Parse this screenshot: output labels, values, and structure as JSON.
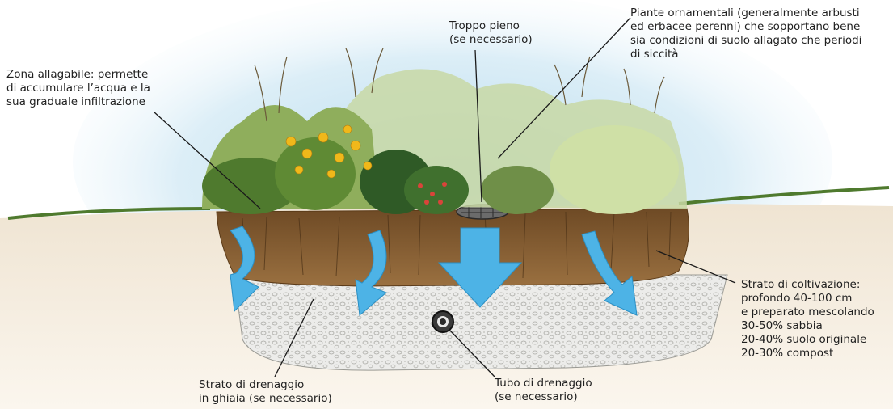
{
  "labels": {
    "zona_allagabile": [
      "Zona allagabile: permette",
      "di accumulare l’acqua e la",
      "sua graduale infiltrazione"
    ],
    "troppo_pieno": [
      "Troppo pieno",
      "(se necessario)"
    ],
    "piante_ornamentali": [
      "Piante ornamentali (generalmente arbusti",
      "ed erbacee perenni) che sopportano bene",
      "sia condizioni di suolo allagato che periodi",
      "di siccità"
    ],
    "strato_coltivazione": [
      "Strato di coltivazione:",
      "profondo 40-100 cm",
      "e preparato mescolando",
      "30-50% sabbia",
      "20-40% suolo originale",
      "20-30% compost"
    ],
    "strato_drenaggio": [
      "Strato di drenaggio",
      "in ghiaia (se necessario)"
    ],
    "tubo_drenaggio": [
      "Tubo di drenaggio",
      "(se necessario)"
    ]
  },
  "colors": {
    "sky": "#c7e3f0",
    "soil": "#8a6235",
    "gravel": "#e6e6e2",
    "water_arrow": "#4db3e6",
    "grass": "#4f7a2e",
    "leader_line": "#1a1a1a"
  }
}
